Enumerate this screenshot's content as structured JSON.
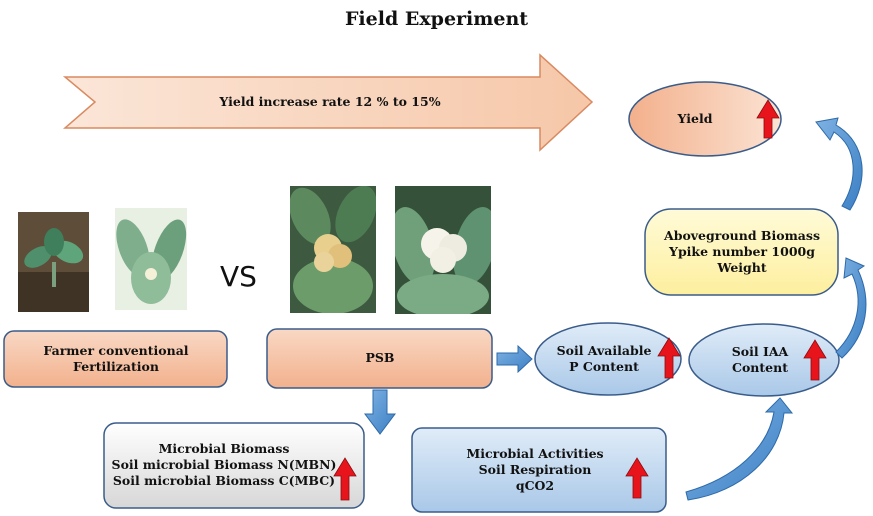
{
  "title": "Field Experiment",
  "arrow_banner": "Yield increase rate 12 % to 15%",
  "vs_label": "VS",
  "nodes": {
    "yield": "Yield",
    "aboveground": [
      "Aboveground Biomass",
      "Ypike number 1000g",
      "Weight"
    ],
    "farmer": [
      "Farmer conventional",
      "Fertilization"
    ],
    "psb": "PSB",
    "soil_p": [
      "Soil Available",
      "P Content"
    ],
    "soil_iaa": [
      "Soil IAA",
      "Content"
    ],
    "microbial_biomass": [
      "Microbial Biomass",
      "Soil microbial Biomass N(MBN)",
      "Soil microbial Biomass C(MBC)"
    ],
    "microbial_activities": [
      "Microbial Activities",
      "Soil Respiration",
      "qCO2"
    ]
  },
  "colors": {
    "increase_arrow": "#e8141c",
    "flow_arrow": "#4e8fd0",
    "peach": "#f6c7a8",
    "blue_light": "#c8dcf0",
    "yellow": "#fff7b8"
  }
}
